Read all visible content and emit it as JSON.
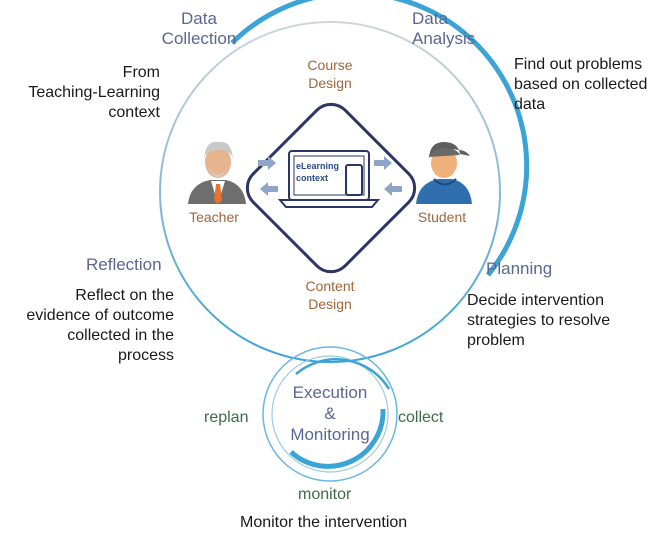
{
  "phases": {
    "data_collection": "Data\nCollection",
    "data_analysis": "Data\nAnalysis",
    "reflection": "Reflection",
    "planning": "Planning"
  },
  "descriptions": {
    "from_context": "From\nTeaching-Learning\ncontext",
    "find_problems": "Find out problems\nbased on collected\ndata",
    "reflect": "Reflect on the\nevidence of outcome\ncollected in the\nprocess",
    "decide": "Decide intervention\nstrategies to resolve\nproblem",
    "monitor_intervention": "Monitor the intervention"
  },
  "center": {
    "course_design": "Course\nDesign",
    "content_design": "Content\nDesign",
    "teacher": "Teacher",
    "student": "Student",
    "elearning_context": "eLearning\ncontext"
  },
  "execution": {
    "title": "Execution\n&\nMonitoring",
    "replan": "replan",
    "collect": "collect",
    "monitor": "monitor"
  },
  "colors": {
    "accent_blue": "#3aa3d8",
    "phase_text": "#5b6793",
    "navy": "#2c3666",
    "brown": "#a0663b",
    "green": "#3e6b45"
  }
}
